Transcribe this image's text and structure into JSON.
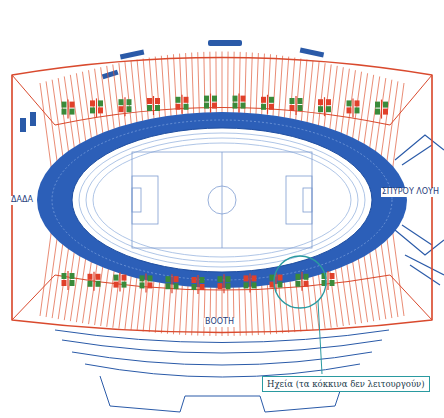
{
  "diagram": {
    "nodes": [
      {
        "text": [
          "Ηχεία (τα κόκκινα δεν λειτουργούν)"
        ]
      }
    ],
    "labels": [
      "ΔΑΔΑ",
      "ΣΠΥΡΟΥ ΛΟΥΗ",
      "ΒΟΟΤΗ"
    ]
  }
}
